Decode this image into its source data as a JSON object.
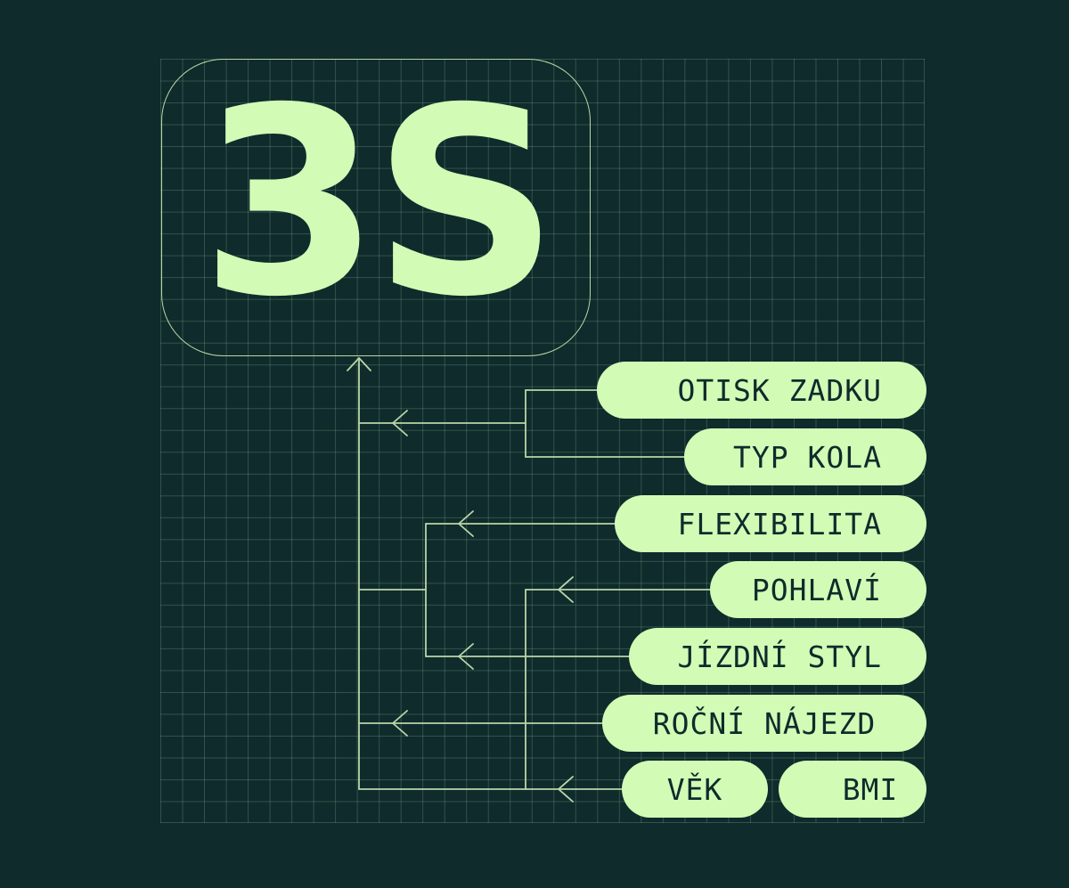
{
  "logo": {
    "text": "3S"
  },
  "factors": [
    "OTISK ZADKU",
    "TYP KOLA",
    "FLEXIBILITA",
    "POHLAVÍ",
    "JÍZDNÍ STYL",
    "ROČNÍ NÁJEZD",
    "VĚK",
    "BMI"
  ],
  "colors": {
    "background": "#0f2b2b",
    "accent": "#d2fcb6",
    "line": "#b9d6a9"
  }
}
